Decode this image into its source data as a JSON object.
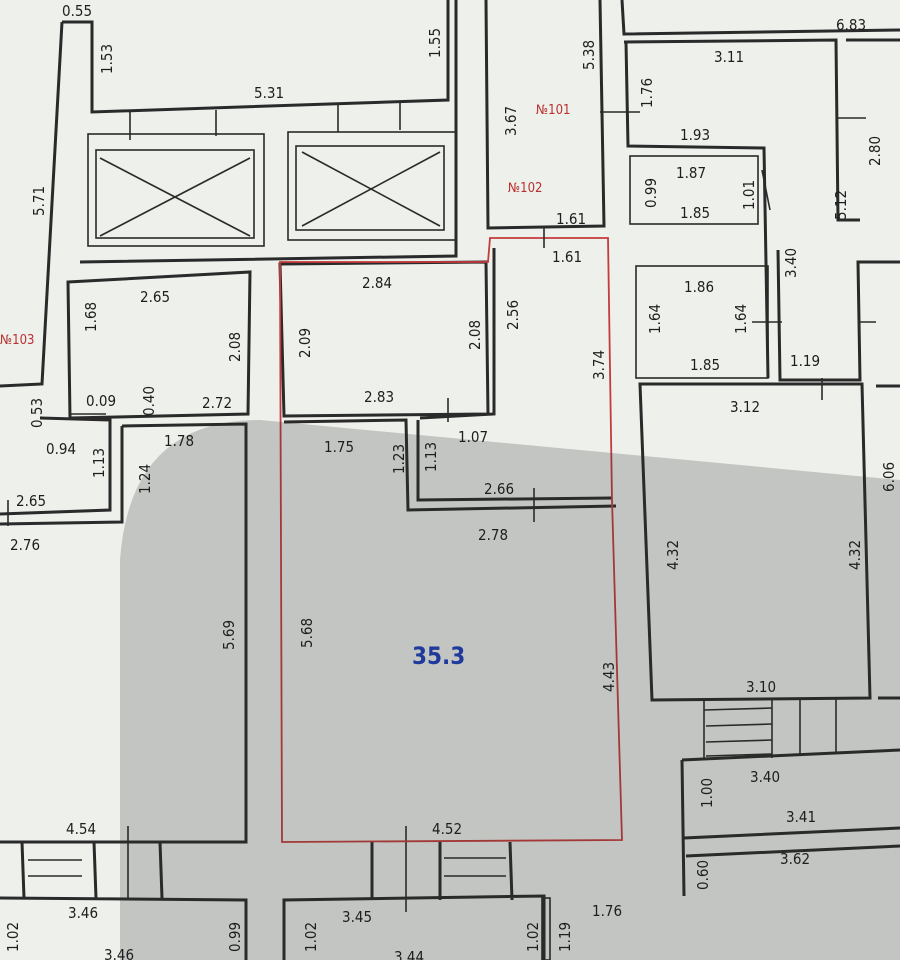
{
  "plan": {
    "selected_area": "35.3",
    "room_numbers": [
      "№101",
      "№102",
      "№103"
    ],
    "dimensions": {
      "d055": "0.55",
      "d153": "1.53",
      "d155": "1.55",
      "d531": "5.31",
      "d571": "5.71",
      "d538": "5.38",
      "d367": "3.67",
      "d161a": "1.61",
      "d161b": "1.61",
      "d683": "6.83",
      "d311": "3.11",
      "d176a": "1.76",
      "d193": "1.93",
      "d280": "2.80",
      "d099a": "0.99",
      "d187": "1.87",
      "d185a": "1.85",
      "d101": "1.01",
      "d512": "5.12",
      "d340a": "3.40",
      "d186": "1.86",
      "d164a": "1.64",
      "d164b": "1.64",
      "d185b": "1.85",
      "d119a": "1.19",
      "d265a": "2.65",
      "d168": "1.68",
      "d208a": "2.08",
      "d053": "0.53",
      "d009": "0.09",
      "d040": "0.40",
      "d272": "2.72",
      "d284": "2.84",
      "d209": "2.09",
      "d208b": "2.08",
      "d283": "2.83",
      "d256": "2.56",
      "d374": "3.74",
      "d094": "0.94",
      "d113a": "1.13",
      "d178": "1.78",
      "d124": "1.24",
      "d265b": "2.65",
      "d276": "2.76",
      "d569": "5.69",
      "d175": "1.75",
      "d123": "1.23",
      "d113b": "1.13",
      "d107": "1.07",
      "d266": "2.66",
      "d278": "2.78",
      "d568": "5.68",
      "d443": "4.43",
      "d452": "4.52",
      "d312": "3.12",
      "d606": "6.06",
      "d432a": "4.32",
      "d432b": "4.32",
      "d310": "3.10",
      "d454": "4.54",
      "d100": "1.00",
      "d340b": "3.40",
      "d341": "3.41",
      "d060": "0.60",
      "d362": "3.62",
      "d102a": "1.02",
      "d346a": "3.46",
      "d346b": "3.46",
      "d099b": "0.99",
      "d102b": "1.02",
      "d345": "3.45",
      "d344": "3.44",
      "d102c": "1.02",
      "d119b": "1.19",
      "d176b": "1.76"
    }
  }
}
